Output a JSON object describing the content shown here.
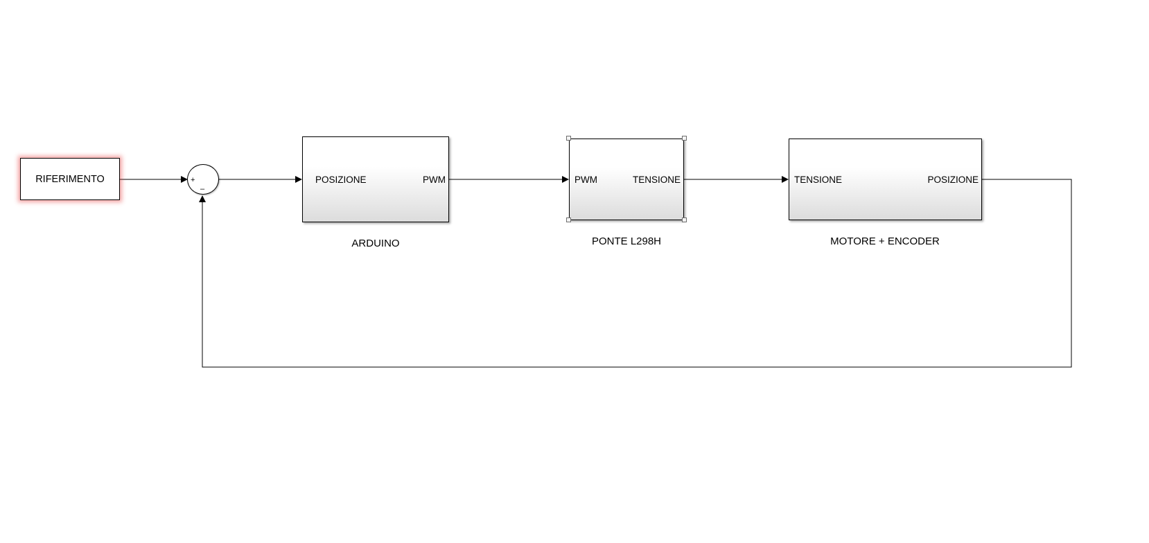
{
  "diagram": {
    "source": {
      "label": "RIFERIMENTO"
    },
    "sum": {
      "plus_sign": "+",
      "minus_sign": "–"
    },
    "arduino": {
      "input_port": "POSIZIONE",
      "output_port": "PWM",
      "caption": "ARDUINO"
    },
    "ponte": {
      "input_port": "PWM",
      "output_port": "TENSIONE",
      "caption": "PONTE L298H"
    },
    "motore": {
      "input_port": "TENSIONE",
      "output_port": "POSIZIONE",
      "caption": "MOTORE + ENCODER"
    }
  }
}
